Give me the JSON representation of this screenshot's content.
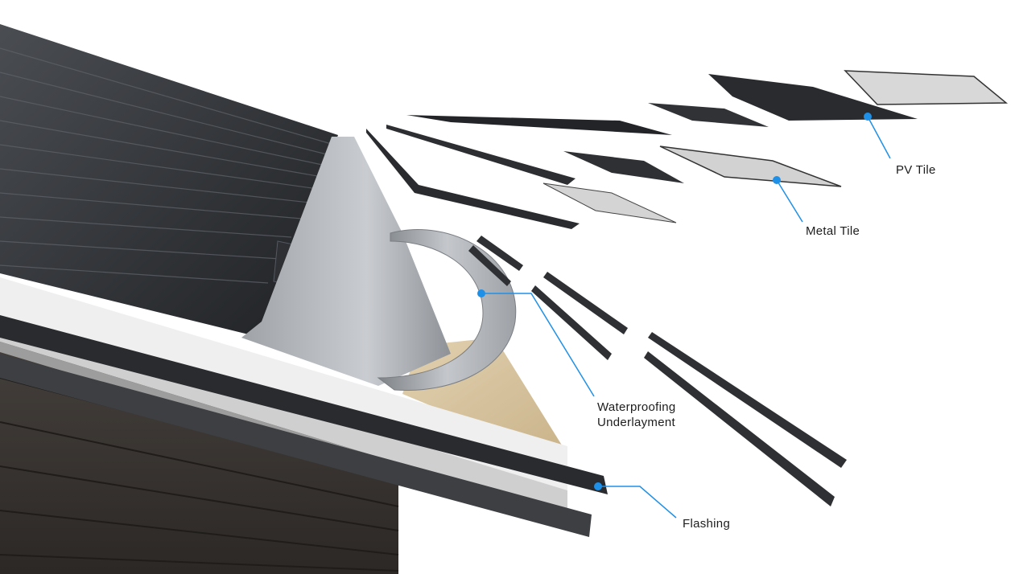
{
  "callouts": {
    "pv_tile": "PV Tile",
    "metal_tile": "Metal Tile",
    "waterproofing_line1": "Waterproofing",
    "waterproofing_line2": "Underlayment",
    "flashing": "Flashing"
  },
  "colors": {
    "accent": "#1e90e8",
    "tile_dark": "#2b2d30",
    "siding": "#3a3634",
    "underlayment": "#b9bcc0",
    "plywood": "#d9c7a6",
    "fascia": "#e8e8e8"
  }
}
